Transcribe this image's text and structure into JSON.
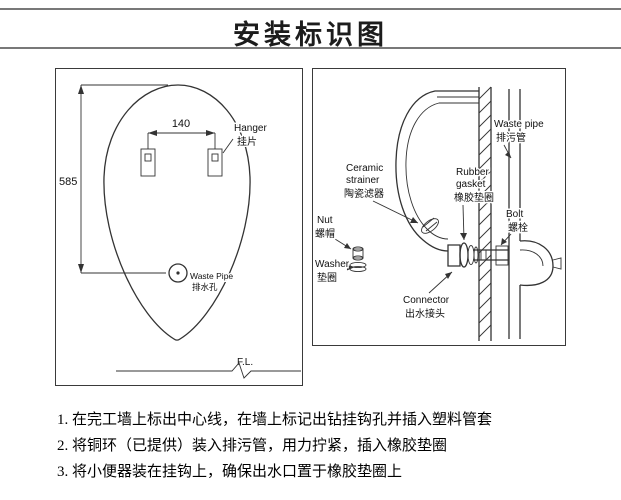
{
  "title": "安装标识图",
  "left_diagram": {
    "dim_width": "140",
    "dim_height": "585",
    "hanger": {
      "en": "Hanger",
      "zh": "挂片"
    },
    "waste_pipe": {
      "en": "Waste Pipe",
      "zh": "排水孔"
    },
    "floor_line": "F.L."
  },
  "right_diagram": {
    "waste_pipe": {
      "en": "Waste pipe",
      "zh": "排污管"
    },
    "ceramic_strainer": {
      "en_line1": "Ceramic",
      "en_line2": "strainer",
      "zh": "陶瓷滤器"
    },
    "rubber_gasket": {
      "en_line1": "Rubber",
      "en_line2": "gasket",
      "zh": "橡胶垫圈"
    },
    "bolt": {
      "en": "Bolt",
      "zh": "螺栓"
    },
    "nut": {
      "en": "Nut",
      "zh": "螺帽"
    },
    "washer": {
      "en": "Washer",
      "zh": "垫圈"
    },
    "connector": {
      "en": "Connector",
      "zh": "出水接头"
    }
  },
  "instructions": [
    "1. 在完工墙上标出中心线，在墙上标记出钻挂钩孔并插入塑料管套",
    "2. 将铜环（已提供）装入排污管，用力拧紧，插入橡胶垫圈",
    "3. 将小便器装在挂钩上，确保出水口置于橡胶垫圈上"
  ],
  "colors": {
    "line": "#333333",
    "text": "#111111",
    "divider": "#787878"
  }
}
